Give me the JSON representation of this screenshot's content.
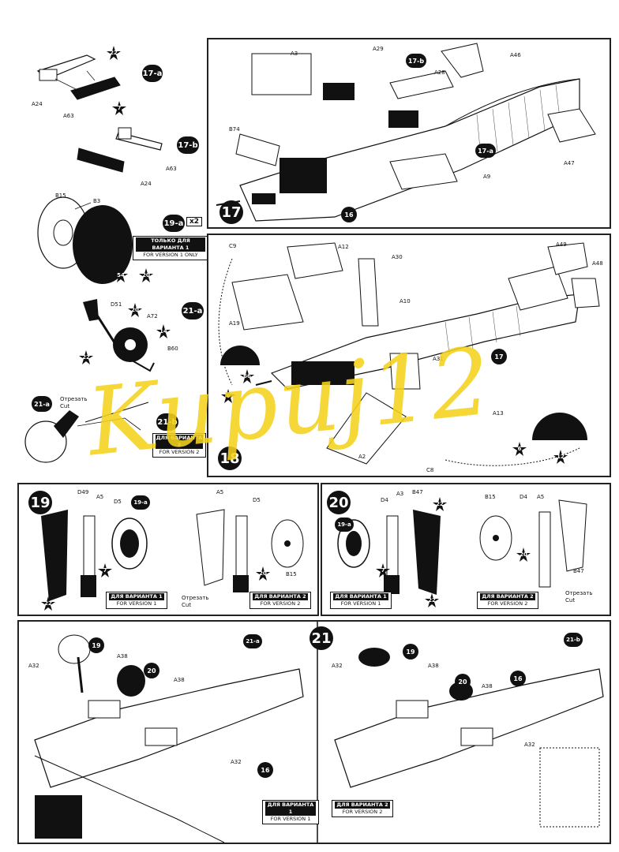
{
  "watermark": "Kupuj12",
  "steps": {
    "s17": "17",
    "s18": "18",
    "s19": "19",
    "s20": "20",
    "s21": "21",
    "s17a": "17-a",
    "s17b": "17-b",
    "s19a": "19-a",
    "s21a": "21-a",
    "s21b": "21-b"
  },
  "labels": {
    "a24_1": "A24",
    "a63_1": "A63",
    "star22": "22",
    "star7": "7",
    "a63_2": "A63",
    "a24_2": "A24",
    "b15": "B15",
    "b3": "B3",
    "x2": "x2",
    "star54": "54",
    "star20": "20",
    "d51": "D51",
    "a72": "A72",
    "b60": "B60",
    "star14": "14",
    "star22b": "22",
    "cut_ru": "Отрезать",
    "cut_en": "Cut",
    "a3": "A3",
    "a29": "A29",
    "a28": "A28",
    "a46": "A46",
    "b74": "B74",
    "a9": "A9",
    "a47": "A47",
    "p16": "16",
    "p17a": "17-a",
    "p17b": "17-b",
    "c9": "C9",
    "a12": "A12",
    "a30": "A30",
    "a10": "A10",
    "a19": "A19",
    "a49": "A49",
    "a48": "A48",
    "a31": "A31",
    "p17": "17",
    "a13": "A13",
    "star66": "66",
    "star6": "6",
    "star6b": "6",
    "star12": "12",
    "a2": "A2",
    "c8": "C8",
    "s19_d49": "D49",
    "s19_a5": "A5",
    "s19_d5": "D5",
    "s19_19a": "19-a",
    "s19_7": "7",
    "s19_22": "22",
    "s19_a5b": "A5",
    "s19_d5b": "D5",
    "s19_20": "20",
    "s19_b15": "B15",
    "s19_cut_ru": "Отрезать",
    "s19_cut_en": "Cut",
    "s20_19a": "19-a",
    "s20_d4": "D4",
    "s20_a3": "A3",
    "s20_b47": "B47",
    "s20_22": "22",
    "s20_7": "7",
    "s20_22b": "22",
    "s20_b15": "B15",
    "s20_d4b": "D4",
    "s20_a5": "A5",
    "s20_20": "20",
    "s20_b47b": "B47",
    "s20_cut_ru": "Отрезать",
    "s20_cut_en": "Cut",
    "s21_a32": "A32",
    "s21_19": "19",
    "s21_a38": "A38",
    "s21_20": "20",
    "s21_a38b": "A38",
    "s21_a32b": "A32",
    "s21_16": "16",
    "s21b_a32": "A32",
    "s21b_19": "19",
    "s21b_a38": "A38",
    "s21b_20": "20",
    "s21b_a38b": "A38",
    "s21b_16": "16",
    "s21b_a32b": "A32"
  },
  "versions": {
    "v1_only": {
      "ru": "ТОЛЬКО ДЛЯ ВАРИАНТА 1",
      "en": "FOR VERSION 1 ONLY"
    },
    "v21b": {
      "ru": "ДЛЯ ВАРИАНТА 2",
      "en": "FOR VERSION 2"
    },
    "s19_v1": {
      "ru": "ДЛЯ ВАРИАНТА 1",
      "en": "FOR VERSION 1"
    },
    "s19_v2": {
      "ru": "ДЛЯ ВАРИАНТА 2",
      "en": "FOR VERSION 2"
    },
    "s20_v1": {
      "ru": "ДЛЯ ВАРИАНТА 1",
      "en": "FOR VERSION 1"
    },
    "s20_v2": {
      "ru": "ДЛЯ ВАРИАНТА 2",
      "en": "FOR VERSION 2"
    },
    "s21_v1": {
      "ru": "ДЛЯ ВАРИАНТА 1",
      "en": "FOR VERSION 1"
    },
    "s21_v2": {
      "ru": "ДЛЯ ВАРИАНТА 2",
      "en": "FOR VERSION 2"
    }
  },
  "colors": {
    "ink": "#111111",
    "watermark": "#f4d21c",
    "paper": "#ffffff"
  }
}
